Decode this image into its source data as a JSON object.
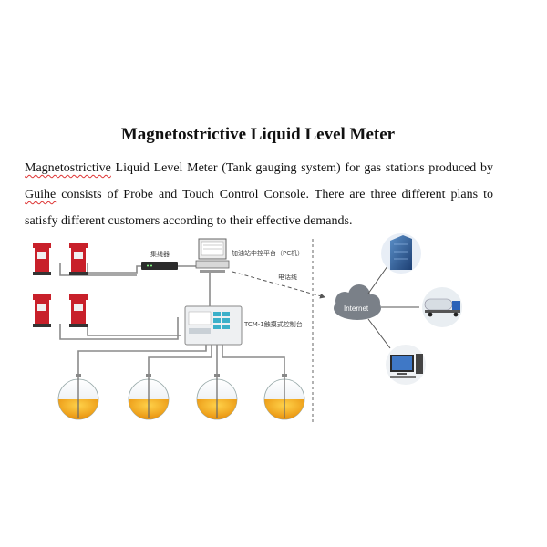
{
  "document": {
    "title": "Magnetostrictive Liquid Level Meter",
    "paragraph": {
      "p1": "Magnetostrictive",
      "p2": " Liquid Level Meter (Tank gauging system) for gas stations produced by ",
      "p3": "Guihe",
      "p4": " consists of Probe and Touch Control Console. There are three different plans to satisfy different customers according to their effective demands."
    }
  },
  "diagram": {
    "hub_label": "集线器",
    "pc_label": "加油站中控平台（PC机）",
    "console_label": "TCM-1触摸式控制台",
    "phone_line_label": "电话线",
    "internet_label": "Internet",
    "colors": {
      "dispenser_red": "#c8202a",
      "tank_fill": "#f2a81a",
      "cloud": "#7a8088",
      "wire": "#8a8a8a"
    }
  }
}
